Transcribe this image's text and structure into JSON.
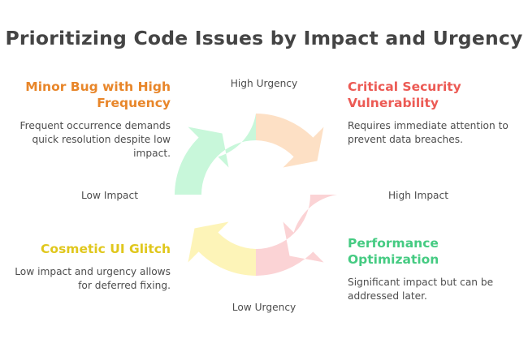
{
  "page": {
    "title": "Prioritizing Code Issues by Impact and Urgency",
    "background_color": "#ffffff",
    "title_color": "#444444"
  },
  "axes": {
    "top": "High Urgency",
    "bottom": "Low Urgency",
    "left": "Low Impact",
    "right": "High Impact",
    "label_color": "#4d4d4d"
  },
  "quadrants": [
    {
      "id": "top-left",
      "heading": "Minor Bug with High Frequency",
      "body": "Frequent occurrence demands quick resolution despite low impact.",
      "heading_color": "#e8862a",
      "arc_color": "#c8f7da",
      "position": "High Urgency / Low Impact"
    },
    {
      "id": "top-right",
      "heading": "Critical Security Vulnerability",
      "body": "Requires immediate attention to prevent data breaches.",
      "heading_color": "#ec5a54",
      "arc_color": "#fde0c5",
      "position": "High Urgency / High Impact"
    },
    {
      "id": "bottom-left",
      "heading": "Cosmetic UI Glitch",
      "body": "Low impact and urgency allows for deferred fixing.",
      "heading_color": "#e0c71c",
      "arc_color": "#fdf4b8",
      "position": "Low Urgency / Low Impact"
    },
    {
      "id": "bottom-right",
      "heading": "Performance Optimization",
      "body": "Significant impact but can be addressed later.",
      "heading_color": "#45cb82",
      "arc_color": "#fbd3d5",
      "position": "Low Urgency / High Impact"
    }
  ],
  "diagram": {
    "type": "cyclic-four-arrow-ring",
    "segment_count": 4,
    "segments": [
      {
        "name": "top-left-arrow",
        "color": "#c8f7da",
        "points": "up-left"
      },
      {
        "name": "top-right-arrow",
        "color": "#fde0c5",
        "points": "up-right"
      },
      {
        "name": "bottom-right-arrow",
        "color": "#fbd3d5",
        "points": "down-right"
      },
      {
        "name": "bottom-left-arrow",
        "color": "#fdf4b8",
        "points": "down-left"
      }
    ]
  }
}
